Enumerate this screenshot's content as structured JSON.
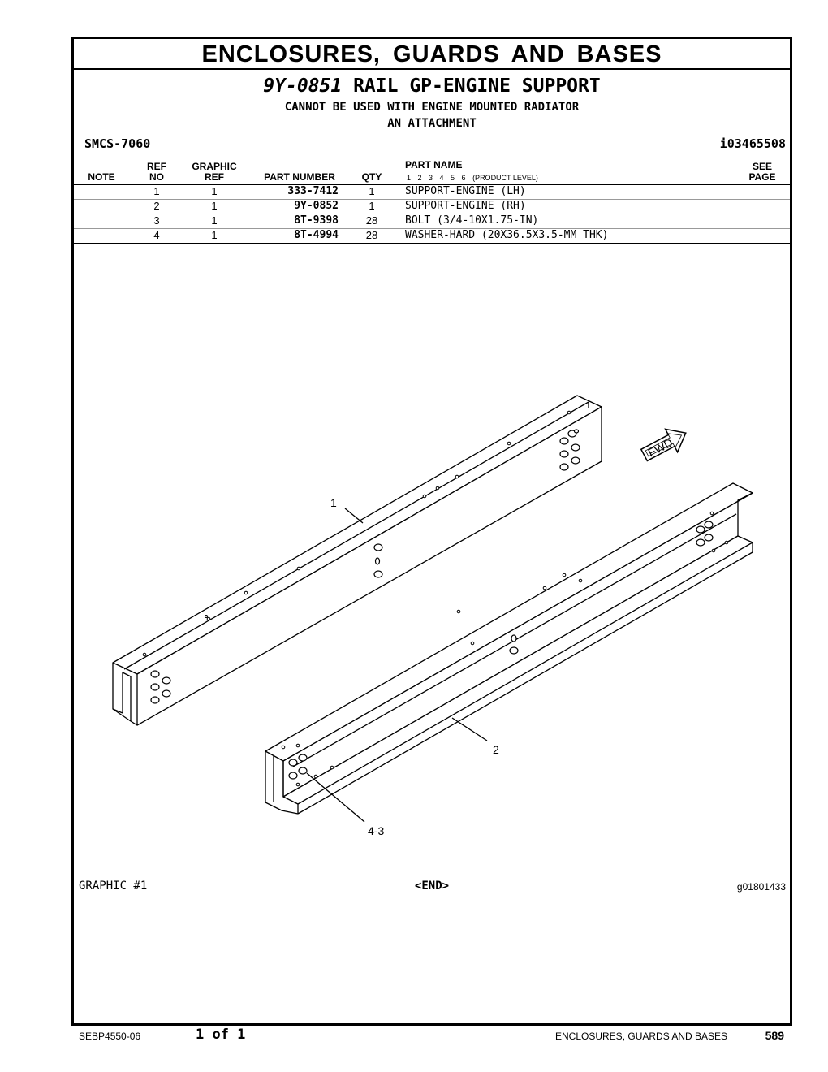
{
  "section_title": "ENCLOSURES, GUARDS AND BASES",
  "group": {
    "part_number": "9Y-0851",
    "name": "RAIL GP-ENGINE SUPPORT",
    "notes": [
      "CANNOT BE USED WITH ENGINE MOUNTED RADIATOR",
      "AN ATTACHMENT"
    ]
  },
  "smcs": "SMCS-7060",
  "info_id": "i03465508",
  "table": {
    "headers": {
      "note": "NOTE",
      "ref_no_1": "REF",
      "ref_no_2": "NO",
      "graphic_ref_1": "GRAPHIC",
      "graphic_ref_2": "REF",
      "part_number": "PART NUMBER",
      "qty": "QTY",
      "part_name": "PART NAME",
      "product_levels": "1 2 3 4 5 6",
      "product_level_note": "(PRODUCT LEVEL)",
      "see_page_1": "SEE",
      "see_page_2": "PAGE"
    },
    "rows": [
      {
        "ref": "1",
        "graphic": "1",
        "part_number": "333-7412",
        "qty": "1",
        "name": "SUPPORT-ENGINE (LH)"
      },
      {
        "ref": "2",
        "graphic": "1",
        "part_number": "9Y-0852",
        "qty": "1",
        "name": "SUPPORT-ENGINE (RH)"
      },
      {
        "ref": "3",
        "graphic": "1",
        "part_number": "8T-9398",
        "qty": "28",
        "name": "BOLT (3/4-10X1.75-IN)"
      },
      {
        "ref": "4",
        "graphic": "1",
        "part_number": "8T-4994",
        "qty": "28",
        "name": "WASHER-HARD (20X36.5X3.5-MM THK)"
      }
    ]
  },
  "illustration": {
    "callouts": [
      "1",
      "2",
      "4-3"
    ],
    "fwd_label": "FWD"
  },
  "graphic_label": "GRAPHIC #1",
  "end_marker": "<END>",
  "graphic_id": "g01801433",
  "footer": {
    "doc": "SEBP4550-06",
    "page_of": "1 of 1",
    "section": "ENCLOSURES, GUARDS AND BASES",
    "page": "589"
  }
}
